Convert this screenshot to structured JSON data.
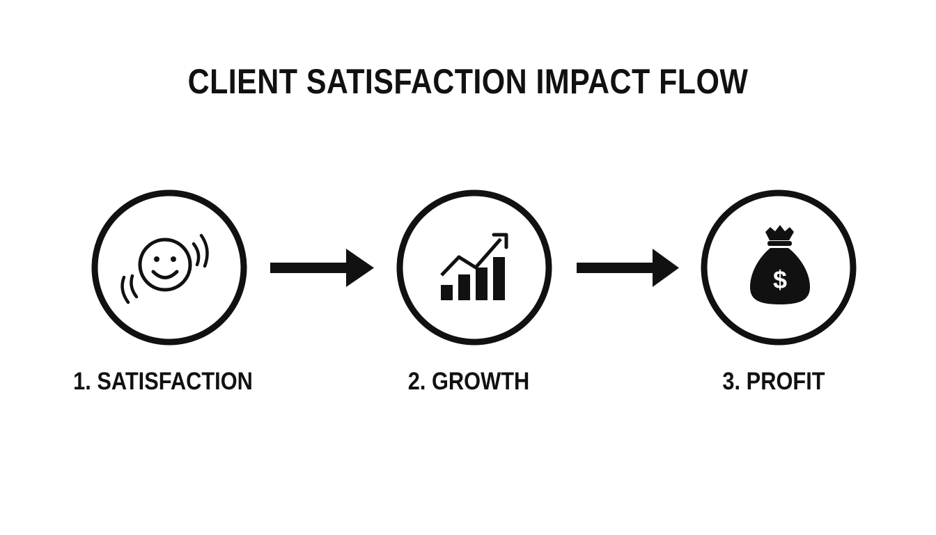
{
  "title": "CLIENT SATISFACTION IMPACT FLOW",
  "steps": [
    {
      "label": "1. SATISFACTION",
      "icon": "smiley-face-icon"
    },
    {
      "label": "2. GROWTH",
      "icon": "growth-chart-icon"
    },
    {
      "label": "3. PROFIT",
      "icon": "money-bag-icon"
    }
  ],
  "colors": {
    "ink": "#111111",
    "background": "#ffffff"
  }
}
